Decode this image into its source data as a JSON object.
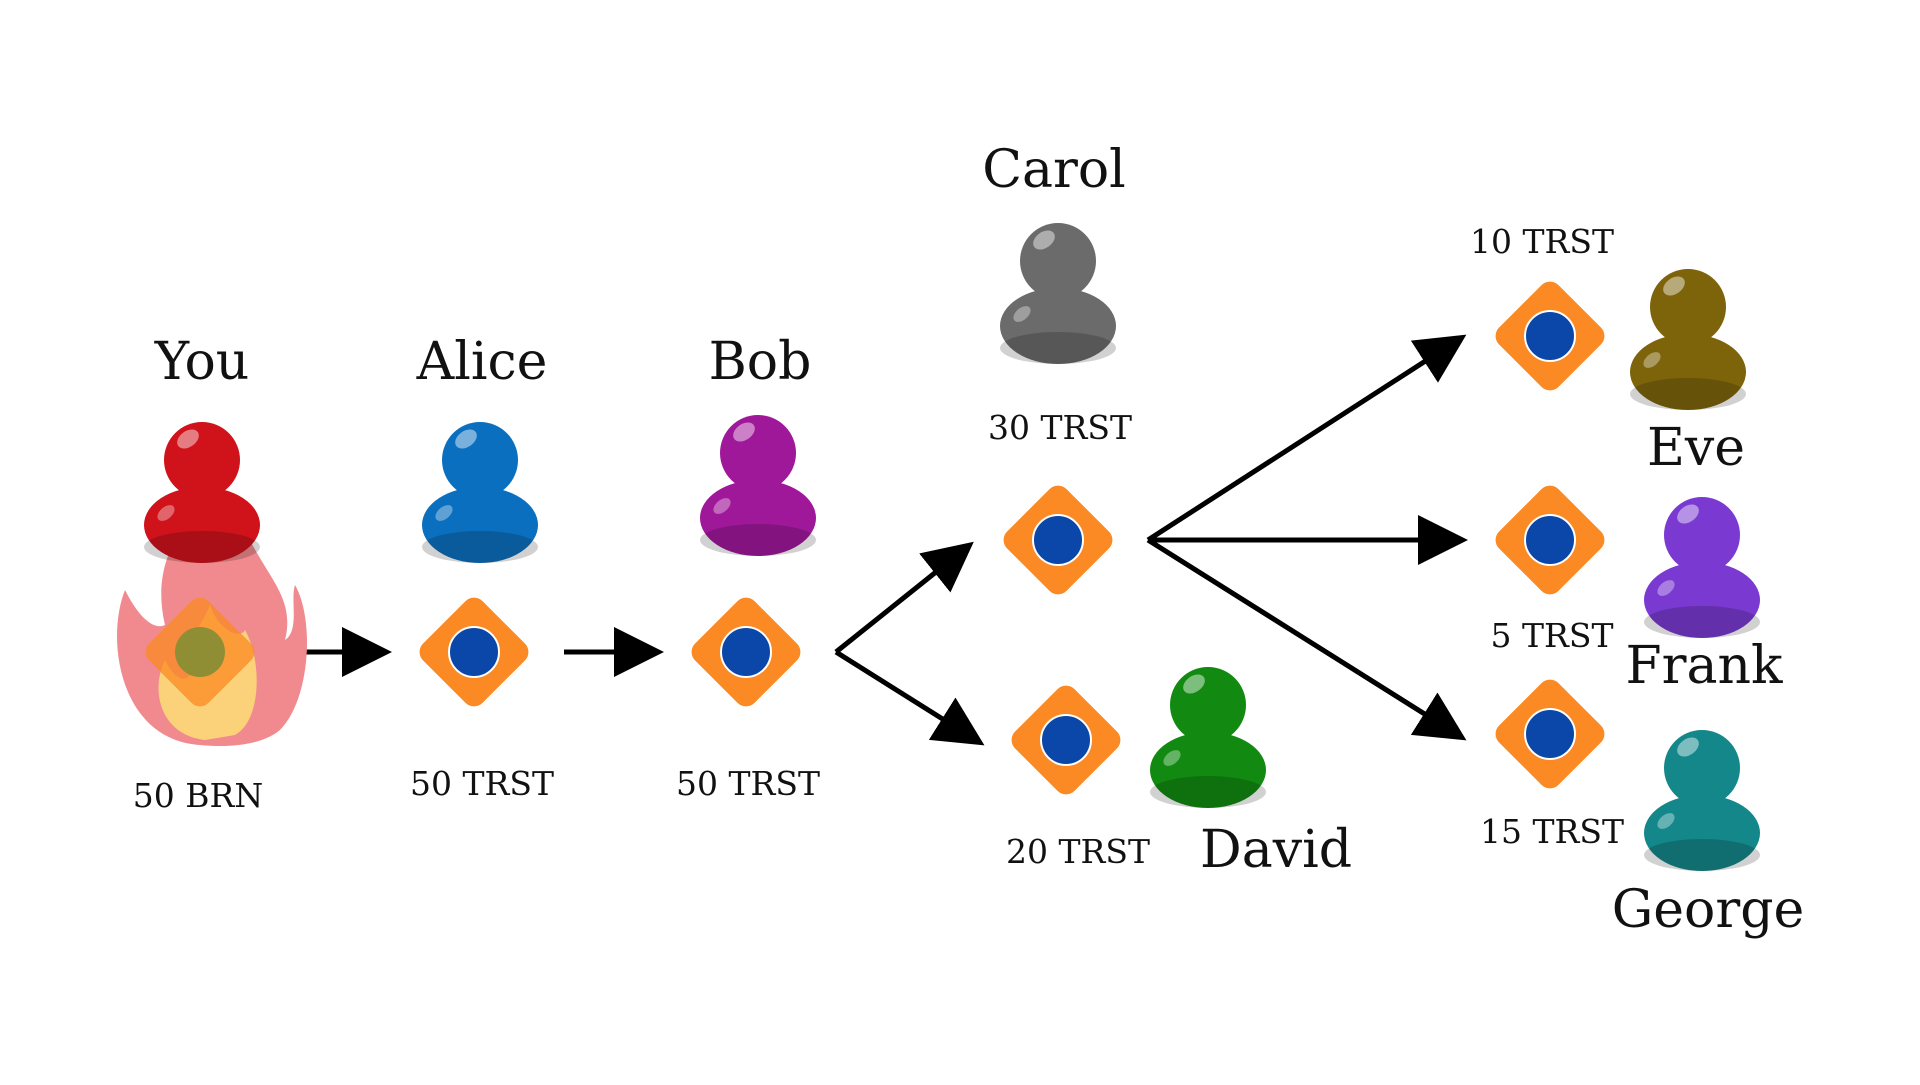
{
  "people": {
    "you": {
      "name": "You",
      "amount": "50 BRN"
    },
    "alice": {
      "name": "Alice",
      "amount": "50 TRST"
    },
    "bob": {
      "name": "Bob",
      "amount": "50 TRST"
    },
    "carol": {
      "name": "Carol",
      "amount": "30 TRST"
    },
    "david": {
      "name": "David",
      "amount": "20 TRST"
    },
    "eve": {
      "name": "Eve",
      "amount": "10 TRST"
    },
    "frank": {
      "name": "Frank",
      "amount": "5 TRST"
    },
    "george": {
      "name": "George",
      "amount": "15 TRST"
    }
  },
  "colors": {
    "you": "#d0121b",
    "alice": "#0b6fbf",
    "bob": "#a0189a",
    "carol": "#6b6b6b",
    "david": "#128a12",
    "eve": "#7d640a",
    "frank": "#7a3ad1",
    "george": "#14878a",
    "token": "#fb8a24",
    "token_center": "#0b47a8",
    "flame_outer": "#f08a8f",
    "flame_inner": "#fbd27a"
  }
}
